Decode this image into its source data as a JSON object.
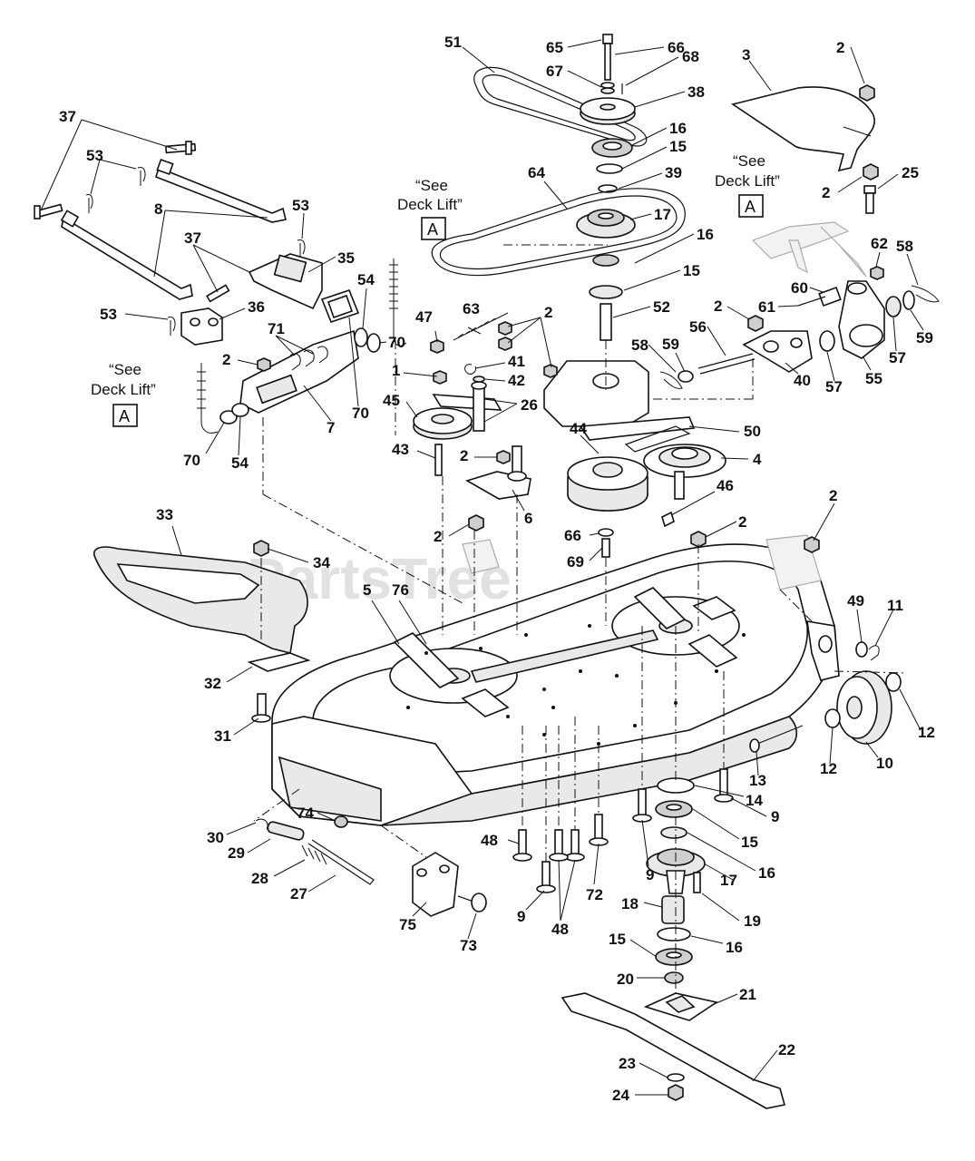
{
  "watermark": "PartsTree",
  "deck_lift_notes": [
    {
      "line1": "“See",
      "line2": "Deck Lift”",
      "box": "A"
    },
    {
      "line1": "“See",
      "line2": "Deck Lift”",
      "box": "A"
    },
    {
      "line1": "“See",
      "line2": "Deck Lift”",
      "box": "A"
    }
  ],
  "callouts": [
    "51",
    "65",
    "66",
    "67",
    "68",
    "38",
    "16",
    "15",
    "39",
    "64",
    "17",
    "16",
    "15",
    "52",
    "3",
    "2",
    "2",
    "25",
    "62",
    "58",
    "60",
    "61",
    "2",
    "56",
    "57",
    "55",
    "57",
    "59",
    "40",
    "37",
    "53",
    "8",
    "53",
    "37",
    "35",
    "53",
    "36",
    "54",
    "70",
    "71",
    "2",
    "70",
    "7",
    "70",
    "54",
    "47",
    "63",
    "2",
    "1",
    "41",
    "42",
    "26",
    "45",
    "43",
    "2",
    "6",
    "58",
    "59",
    "44",
    "50",
    "4",
    "46",
    "33",
    "34",
    "2",
    "66",
    "69",
    "2",
    "2",
    "5",
    "76",
    "49",
    "11",
    "32",
    "31",
    "12",
    "10",
    "12",
    "13",
    "9",
    "14",
    "15",
    "16",
    "17",
    "19",
    "18",
    "16",
    "15",
    "20",
    "21",
    "22",
    "23",
    "24",
    "9",
    "48",
    "72",
    "48",
    "9",
    "30",
    "29",
    "74",
    "28",
    "27",
    "75",
    "73"
  ]
}
